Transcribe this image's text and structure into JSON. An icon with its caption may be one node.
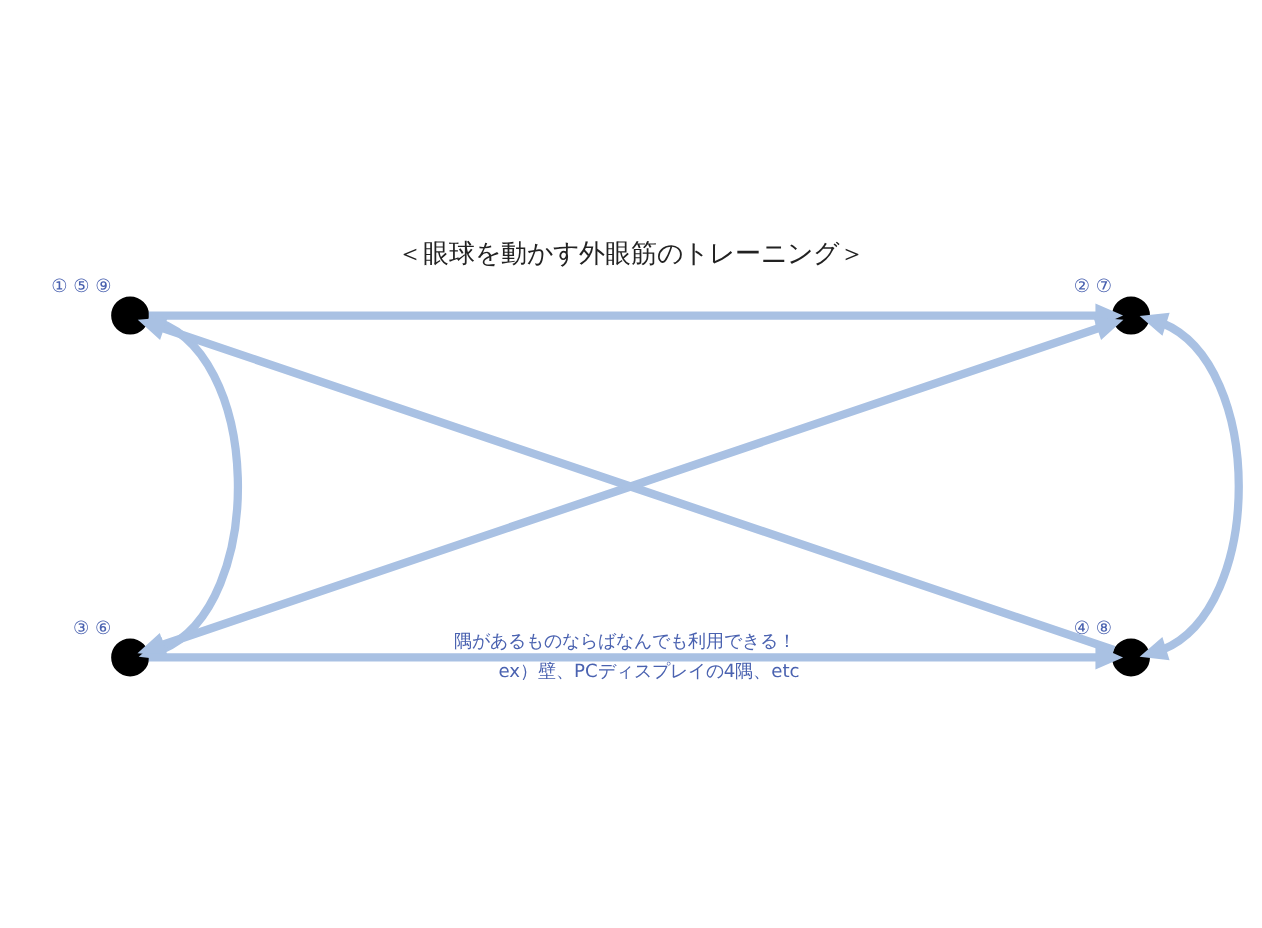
{
  "diagram": {
    "title": "＜眼球を動かす外眼筋のトレーニング＞",
    "nodes": [
      {
        "text": [],
        "shape": "circle",
        "beside": [
          "① ⑤ ⑨"
        ]
      },
      {
        "text": [],
        "shape": "circle",
        "beside": [
          "② ⑦"
        ]
      },
      {
        "text": [],
        "shape": "circle",
        "beside": [
          "③ ⑥"
        ]
      },
      {
        "text": [],
        "shape": "circle",
        "beside": [
          "④ ⑧"
        ]
      }
    ],
    "edges": [
      {
        "from": 0,
        "to": 1,
        "arrow": "to"
      },
      {
        "from": 0,
        "to": 2,
        "arrow": "to"
      },
      {
        "from": 2,
        "to": 1,
        "arrow": "both"
      },
      {
        "from": 2,
        "to": 3,
        "arrow": "to"
      },
      {
        "from": 3,
        "to": 0,
        "arrow": "to"
      },
      {
        "from": 1,
        "to": 3,
        "arrow": "both"
      }
    ],
    "labels": [
      "隅があるものならばなんでも利用できる！",
      "ex）壁、PCディスプレイの4隅、etc"
    ]
  }
}
